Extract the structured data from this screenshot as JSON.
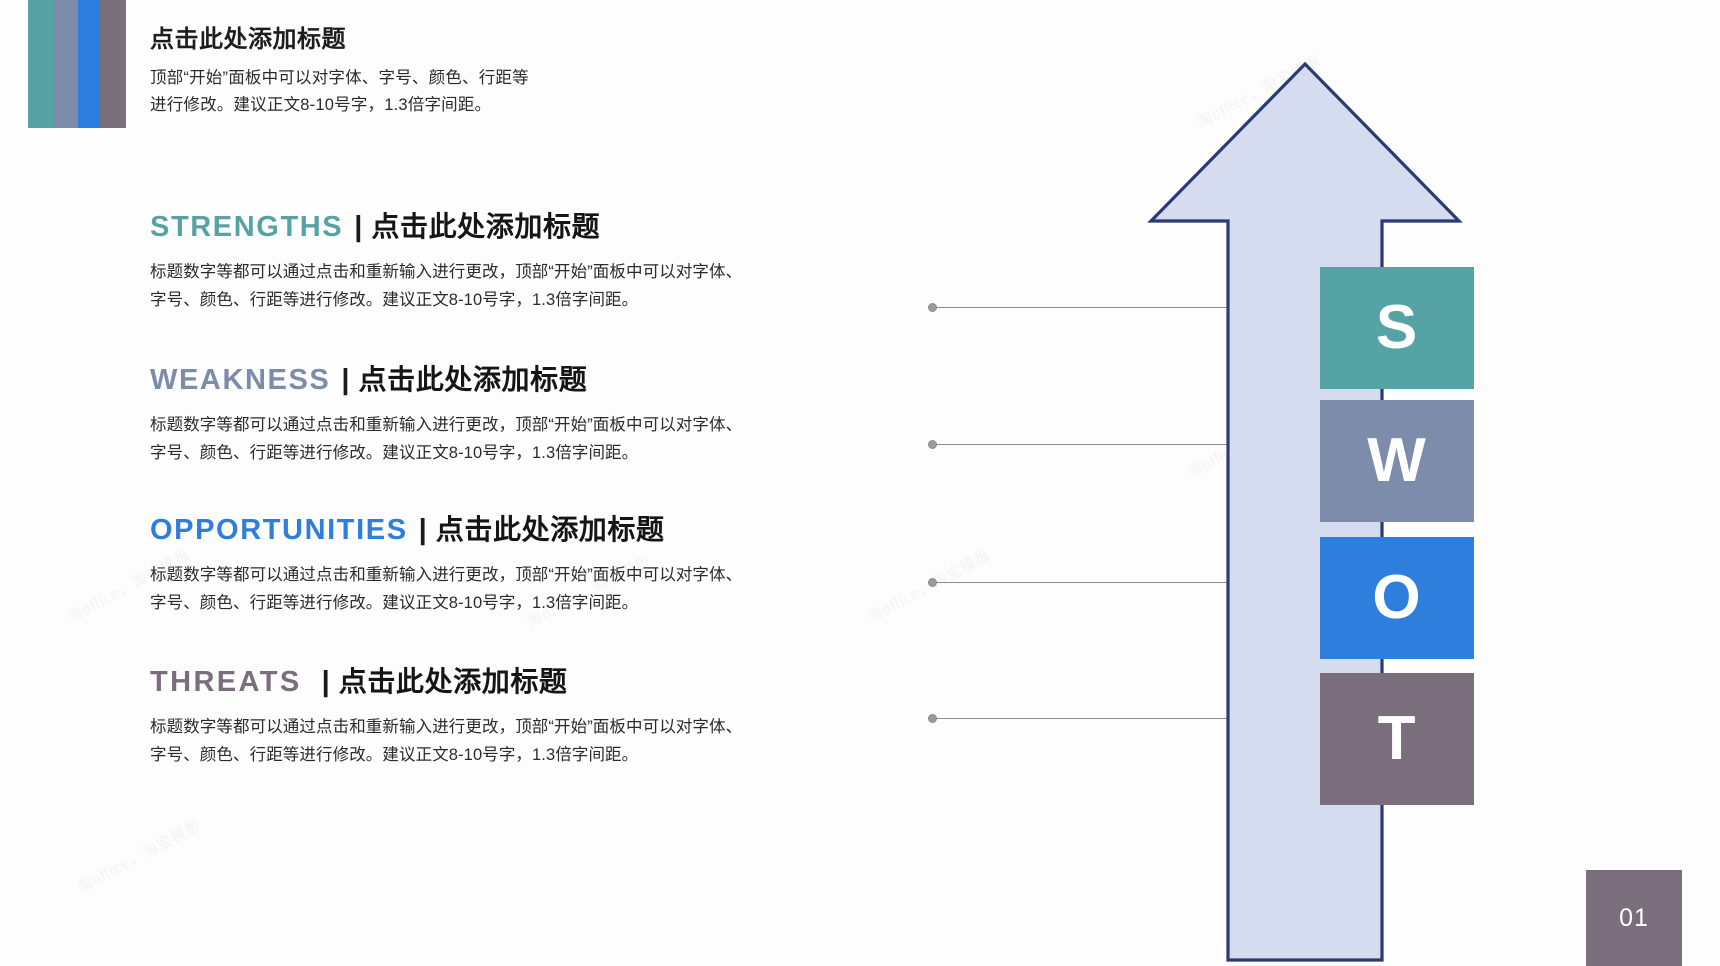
{
  "page": {
    "number": "01",
    "accent_bars": [
      "#56a3a6",
      "#7e8cab",
      "#2e7fdd",
      "#7a6e7d"
    ]
  },
  "header": {
    "title": "点击此处添加标题",
    "subtitle": "顶部“开始”面板中可以对字体、字号、颜色、行距等\n进行修改。建议正文8-10号字，1.3倍字间距。"
  },
  "body_text": "标题数字等都可以通过点击和重新输入进行更改，顶部“开始”面板中可以对字体、\n字号、颜色、行距等进行修改。建议正文8-10号字，1.3倍字间距。",
  "sections": [
    {
      "key": "STRENGTHS",
      "separator": "|",
      "title": "点击此处添加标题",
      "color": "#56a3a6",
      "letter": "S",
      "body": "标题数字等都可以通过点击和重新输入进行更改，顶部“开始”面板中可以对字体、\n字号、颜色、行距等进行修改。建议正文8-10号字，1.3倍字间距。"
    },
    {
      "key": "WEAKNESS",
      "separator": "|",
      "title": "点击此处添加标题",
      "color": "#7e8cab",
      "letter": "W",
      "body": "标题数字等都可以通过点击和重新输入进行更改，顶部“开始”面板中可以对字体、\n字号、颜色、行距等进行修改。建议正文8-10号字，1.3倍字间距。"
    },
    {
      "key": "OPPORTUNITIES",
      "separator": "|",
      "title": "点击此处添加标题",
      "color": "#2e7fdd",
      "letter": "O",
      "body": "标题数字等都可以通过点击和重新输入进行更改，顶部“开始”面板中可以对字体、\n字号、颜色、行距等进行修改。建议正文8-10号字，1.3倍字间距。"
    },
    {
      "key": "THREATS",
      "separator": "|",
      "title": "点击此处添加标题",
      "color": "#7a6e7d",
      "letter": "T",
      "body": "标题数字等都可以通过点击和重新输入进行更改，顶部“开始”面板中可以对字体、\n字号、颜色、行距等进行修改。建议正文8-10号字，1.3倍字间距。"
    }
  ],
  "arrow": {
    "fill": "#d6dcf0",
    "stroke": "#2b3a72",
    "direction": "up"
  },
  "watermarks": [
    "淘office，淘宝模板",
    "淘office，淘宝模板",
    "淘office，淘宝模板",
    "淘office，淘宝模板",
    "淘office，淘宝模板",
    "淘office，淘宝模板"
  ]
}
